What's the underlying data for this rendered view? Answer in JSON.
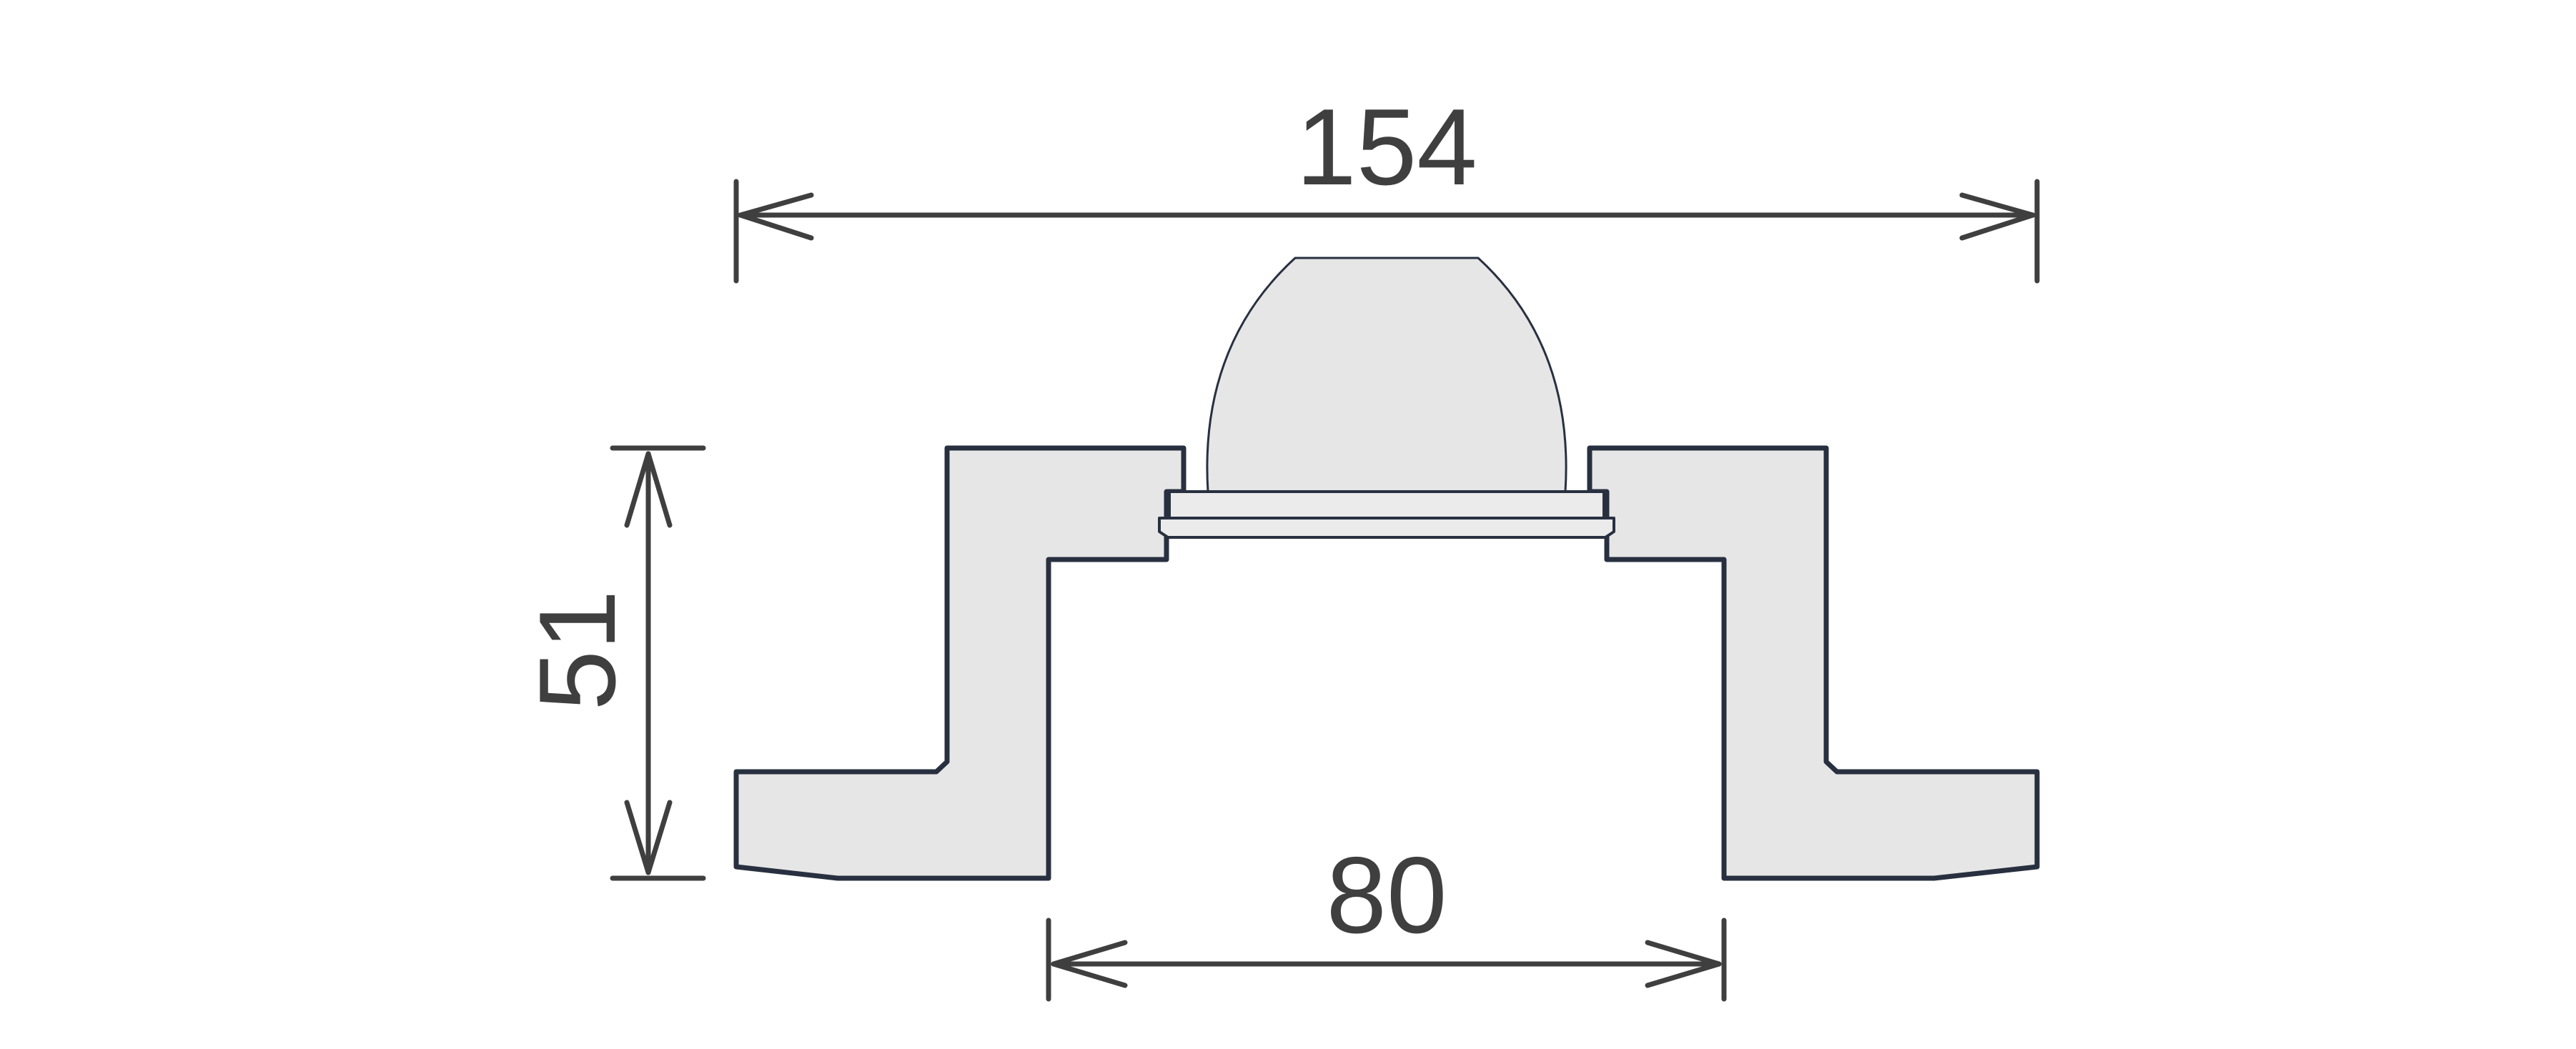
{
  "drawing": {
    "dimensions": {
      "overall_width": "154",
      "inner_width": "80",
      "height": "51"
    },
    "colors": {
      "dimension_line": "#3f3f3f",
      "profile_fill": "#e6e6e6",
      "profile_outline": "#283040",
      "background": "#ffffff"
    }
  }
}
